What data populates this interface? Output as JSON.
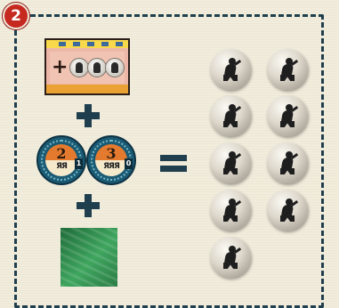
{
  "step": {
    "number": "2"
  },
  "card": {
    "plus_symbol": "+",
    "icon": "building-card-add-workers-icon",
    "worker_icons": [
      "worker-icon",
      "worker-icon",
      "worker-icon"
    ]
  },
  "operators": {
    "plus": "+",
    "equals": "="
  },
  "tokens": [
    {
      "value": "2",
      "figures": "ЯЯ",
      "side": "1",
      "icon": "round-token-icon"
    },
    {
      "value": "3",
      "figures": "ЯЯЯ",
      "side": "0",
      "icon": "round-token-icon"
    }
  ],
  "tile": {
    "icon": "green-land-tile-icon"
  },
  "result": {
    "worker_count": 9,
    "icon": "worker-coin-icon"
  },
  "colors": {
    "frame": "#1f3e4e",
    "badge": "#c5291f",
    "token": "#1a5a73",
    "token_top": "#e47a2e",
    "tile": "#2f8a4c",
    "card": "#ecb7a6"
  }
}
